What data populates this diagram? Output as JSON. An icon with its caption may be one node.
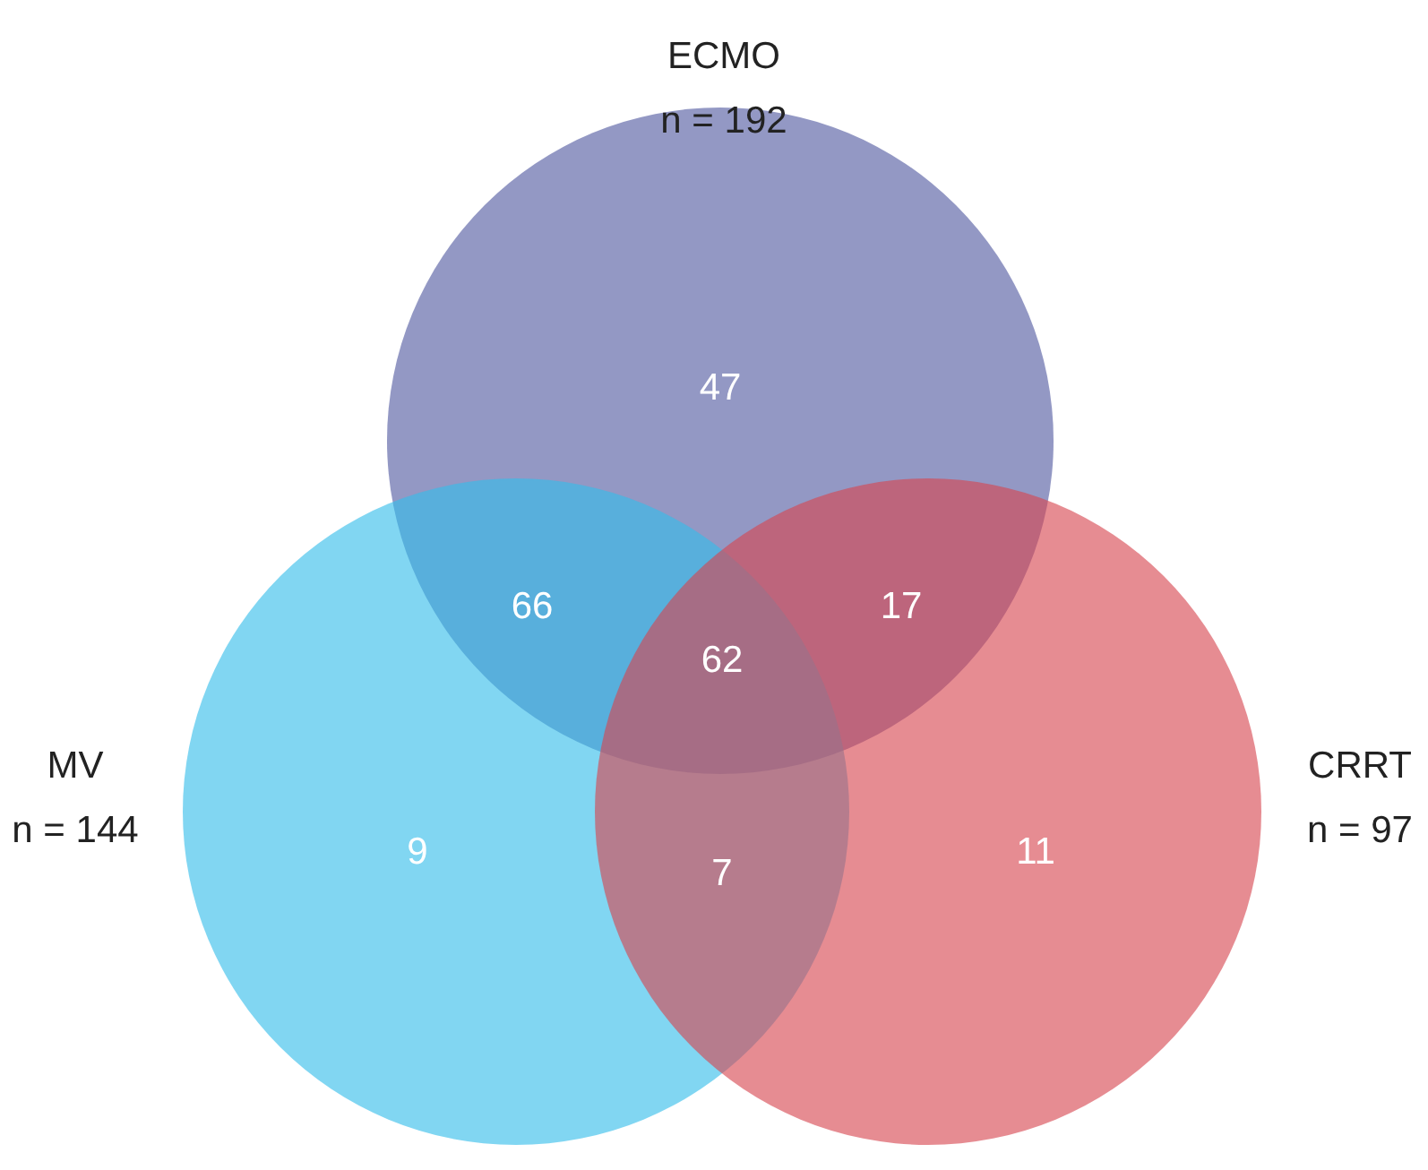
{
  "diagram": {
    "nodes": [
      {
        "text": [
          "ECMO",
          "n = 192"
        ]
      },
      {
        "text": [
          "MV",
          "n = 144"
        ]
      },
      {
        "text": [
          "CRRT",
          "n = 97"
        ]
      }
    ],
    "labels": [
      "47",
      "66",
      "17",
      "62",
      "9",
      "7",
      "11"
    ]
  }
}
